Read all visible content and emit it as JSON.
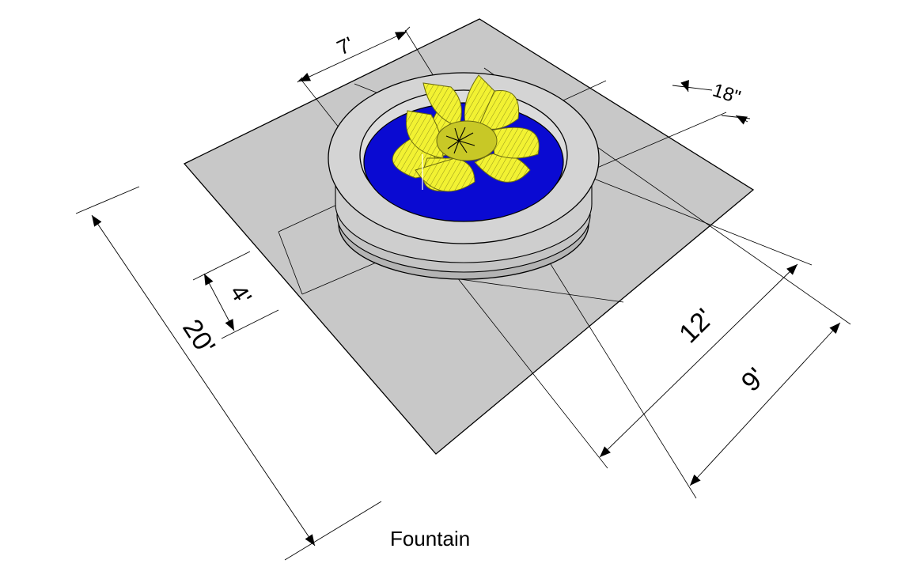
{
  "caption": "Fountain",
  "dimensions": {
    "overall_length": "20'",
    "offset": "4'",
    "width_a": "12'",
    "width_b": "9'",
    "top": "7'",
    "rim": "18\""
  },
  "colors": {
    "slab": "#c8c8c8",
    "ring_outer": "#d2d2d2",
    "ring_inner": "#d8d8d8",
    "water": "#0a0ad2",
    "lotus": "#f2f232",
    "lotus_center": "#c8c826",
    "lines": "#000000"
  }
}
